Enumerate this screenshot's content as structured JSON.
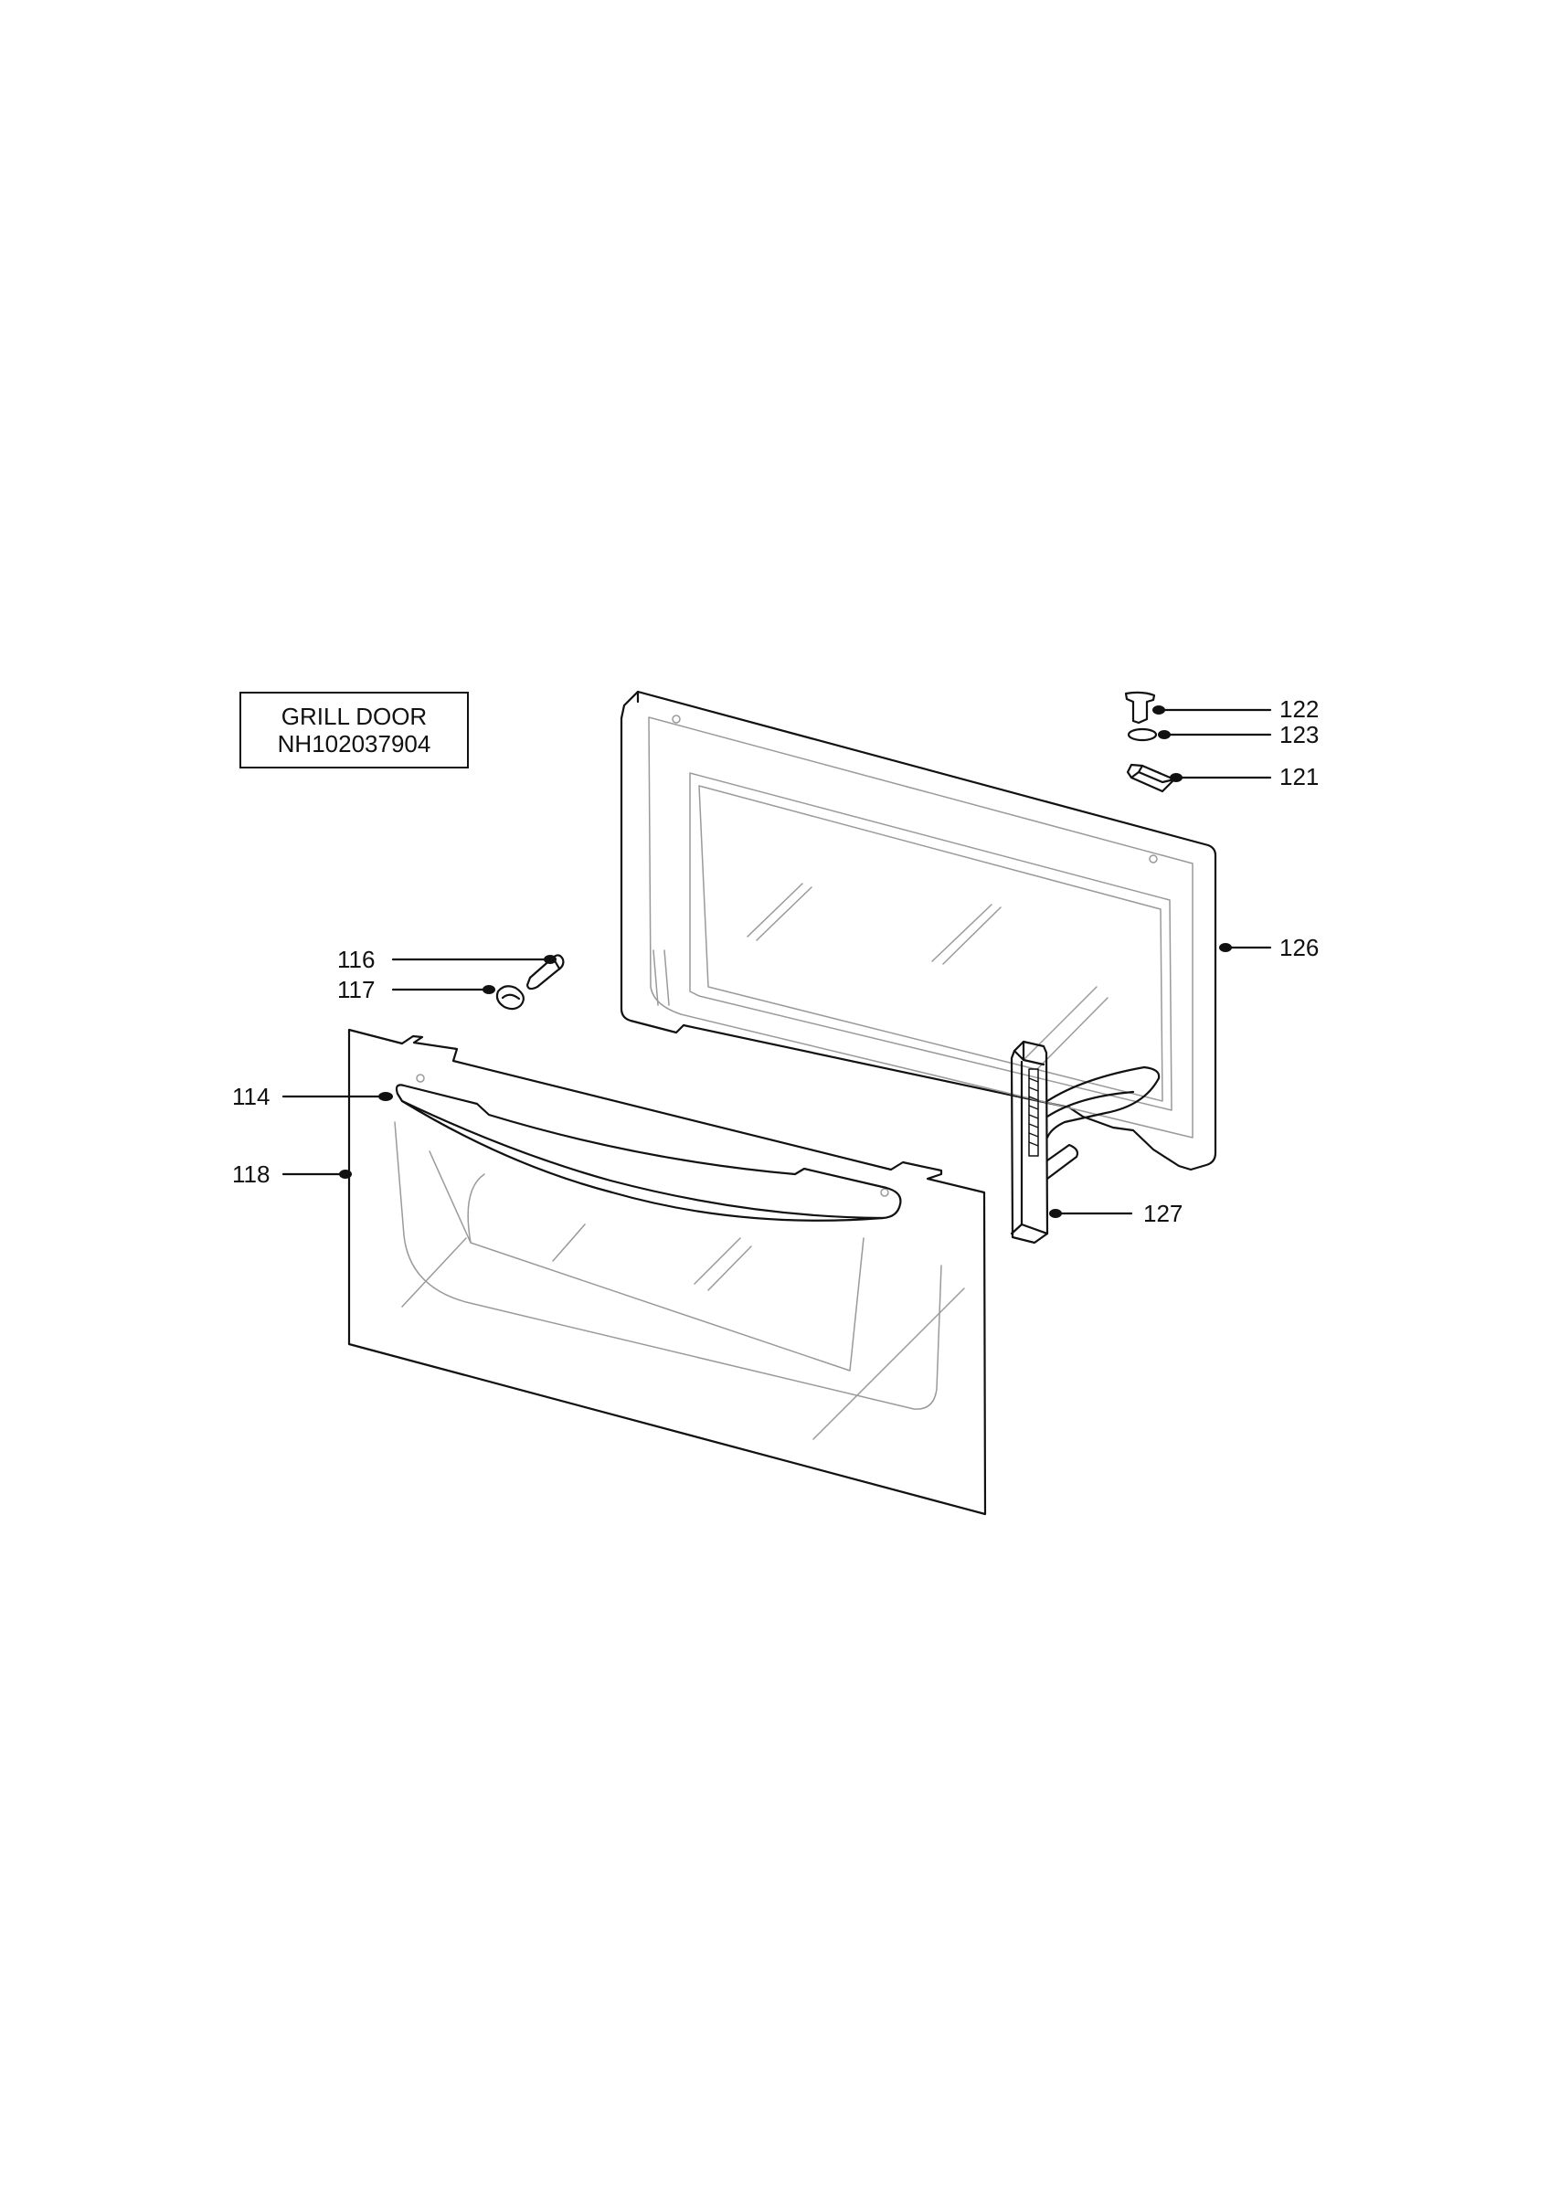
{
  "title": {
    "line1": "GRILL DOOR",
    "line2": "NH102037904"
  },
  "callouts": {
    "c122": "122",
    "c123": "123",
    "c121": "121",
    "c126": "126",
    "c116": "116",
    "c117": "117",
    "c114": "114",
    "c118": "118",
    "c127": "127"
  },
  "colors": {
    "line": "#111111",
    "light_line": "#9a9a9a"
  }
}
